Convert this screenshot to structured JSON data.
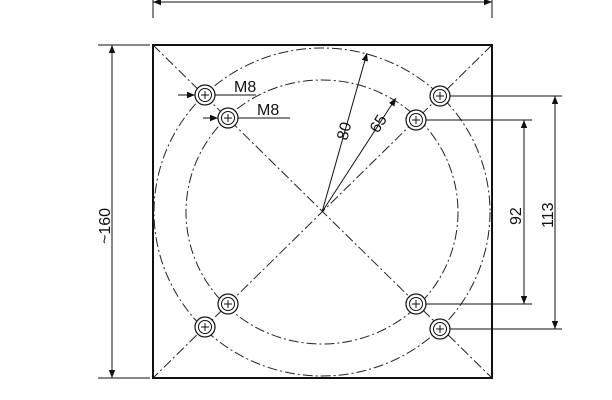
{
  "labels": {
    "thread_upper": "M8",
    "thread_lower": "M8",
    "radius_outer": "80",
    "radius_inner": "65",
    "height_overall": "~160",
    "vertical_inner": "92",
    "vertical_outer": "113"
  }
}
